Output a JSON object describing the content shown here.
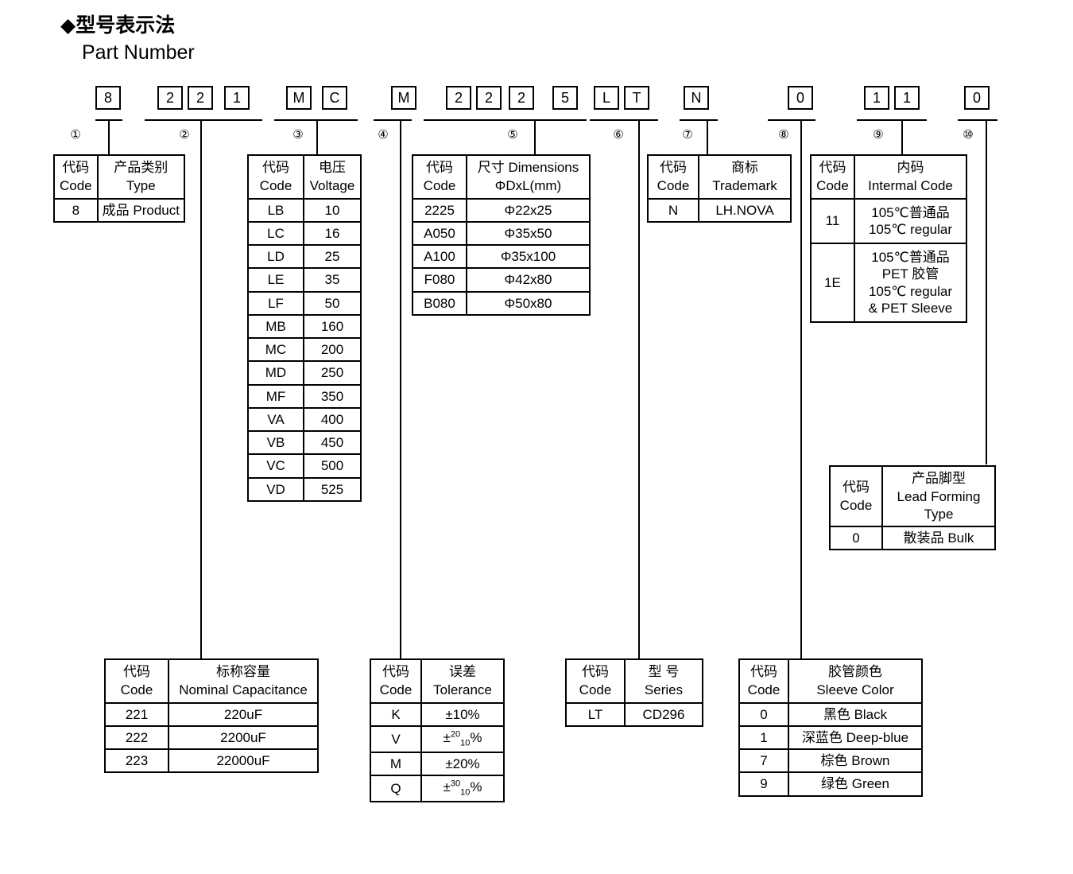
{
  "heading": {
    "cn": "◆型号表示法",
    "en": "Part Number"
  },
  "part_number": {
    "groups": [
      {
        "index": "①",
        "codes": [
          "8"
        ]
      },
      {
        "index": "②",
        "codes": [
          "2",
          "2",
          "1"
        ]
      },
      {
        "index": "③",
        "codes": [
          "M",
          "C"
        ]
      },
      {
        "index": "④",
        "codes": [
          "M"
        ]
      },
      {
        "index": "⑤",
        "codes": [
          "2",
          "2",
          "2",
          "5"
        ]
      },
      {
        "index": "⑥",
        "codes": [
          "L",
          "T"
        ]
      },
      {
        "index": "⑦",
        "codes": [
          "N"
        ]
      },
      {
        "index": "⑧",
        "codes": [
          "0"
        ]
      },
      {
        "index": "⑨",
        "codes": [
          "1",
          "1"
        ]
      },
      {
        "index": "⑩",
        "codes": [
          "0"
        ]
      }
    ]
  },
  "tables": {
    "type": {
      "header": {
        "code_cn": "代码",
        "code_en": "Code",
        "value_cn": "产品类别",
        "value_en": "Type"
      },
      "rows": [
        {
          "code": "8",
          "value": "成品 Product"
        }
      ]
    },
    "voltage": {
      "header": {
        "code_cn": "代码",
        "code_en": "Code",
        "value_cn": "电压",
        "value_en": "Voltage"
      },
      "rows": [
        {
          "code": "LB",
          "value": "10"
        },
        {
          "code": "LC",
          "value": "16"
        },
        {
          "code": "LD",
          "value": "25"
        },
        {
          "code": "LE",
          "value": "35"
        },
        {
          "code": "LF",
          "value": "50"
        },
        {
          "code": "MB",
          "value": "160"
        },
        {
          "code": "MC",
          "value": "200"
        },
        {
          "code": "MD",
          "value": "250"
        },
        {
          "code": "MF",
          "value": "350"
        },
        {
          "code": "VA",
          "value": "400"
        },
        {
          "code": "VB",
          "value": "450"
        },
        {
          "code": "VC",
          "value": "500"
        },
        {
          "code": "VD",
          "value": "525"
        }
      ]
    },
    "dimensions": {
      "header": {
        "code_cn": "代码",
        "code_en": "Code",
        "value_cn": "尺寸 Dimensions",
        "value_en": "ΦDxL(mm)"
      },
      "rows": [
        {
          "code": "2225",
          "value": "Φ22x25"
        },
        {
          "code": "A050",
          "value": "Φ35x50"
        },
        {
          "code": "A100",
          "value": "Φ35x100"
        },
        {
          "code": "F080",
          "value": "Φ42x80"
        },
        {
          "code": "B080",
          "value": "Φ50x80"
        }
      ]
    },
    "trademark": {
      "header": {
        "code_cn": "代码",
        "code_en": "Code",
        "value_cn": "商标",
        "value_en": "Trademark"
      },
      "rows": [
        {
          "code": "N",
          "value": "LH.NOVA"
        }
      ]
    },
    "internal_code": {
      "header": {
        "code_cn": "代码",
        "code_en": "Code",
        "value_cn": "内码",
        "value_en": "Intermal Code"
      },
      "rows": [
        {
          "code": "11",
          "lines": [
            "105℃普通品",
            "105℃ regular"
          ]
        },
        {
          "code": "1E",
          "lines": [
            "105℃普通品",
            "PET 胶管",
            "105℃ regular",
            "& PET Sleeve"
          ]
        }
      ]
    },
    "lead_forming": {
      "header": {
        "code_cn": "代码",
        "code_en": "Code",
        "value_cn": "产品脚型",
        "value_en": "Lead Forming",
        "value_en2": "Type"
      },
      "rows": [
        {
          "code": "0",
          "value": "散装品 Bulk"
        }
      ]
    },
    "capacitance": {
      "header": {
        "code_cn": "代码",
        "code_en": "Code",
        "value_cn": "标称容量",
        "value_en": "Nominal Capacitance"
      },
      "rows": [
        {
          "code": "221",
          "value": "220uF"
        },
        {
          "code": "222",
          "value": "2200uF"
        },
        {
          "code": "223",
          "value": "22000uF"
        }
      ]
    },
    "tolerance": {
      "header": {
        "code_cn": "代码",
        "code_en": "Code",
        "value_cn": "误差",
        "value_en": "Tolerance"
      },
      "rows": [
        {
          "code": "K",
          "value": "±10%",
          "sup": "",
          "sub": ""
        },
        {
          "code": "V",
          "value": "±",
          "sup": "20",
          "sub": "10",
          "suffix": "%"
        },
        {
          "code": "M",
          "value": "±20%",
          "sup": "",
          "sub": ""
        },
        {
          "code": "Q",
          "value": "±",
          "sup": "30",
          "sub": "10",
          "suffix": "%"
        }
      ]
    },
    "series": {
      "header": {
        "code_cn": "代码",
        "code_en": "Code",
        "value_cn": "型 号",
        "value_en": "Series"
      },
      "rows": [
        {
          "code": "LT",
          "value": "CD296"
        }
      ]
    },
    "sleeve_color": {
      "header": {
        "code_cn": "代码",
        "code_en": "Code",
        "value_cn": "胶管颜色",
        "value_en": "Sleeve Color"
      },
      "rows": [
        {
          "code": "0",
          "value": "黑色 Black"
        },
        {
          "code": "1",
          "value": "深蓝色 Deep-blue"
        },
        {
          "code": "7",
          "value": "棕色 Brown"
        },
        {
          "code": "9",
          "value": "绿色 Green"
        }
      ]
    }
  }
}
